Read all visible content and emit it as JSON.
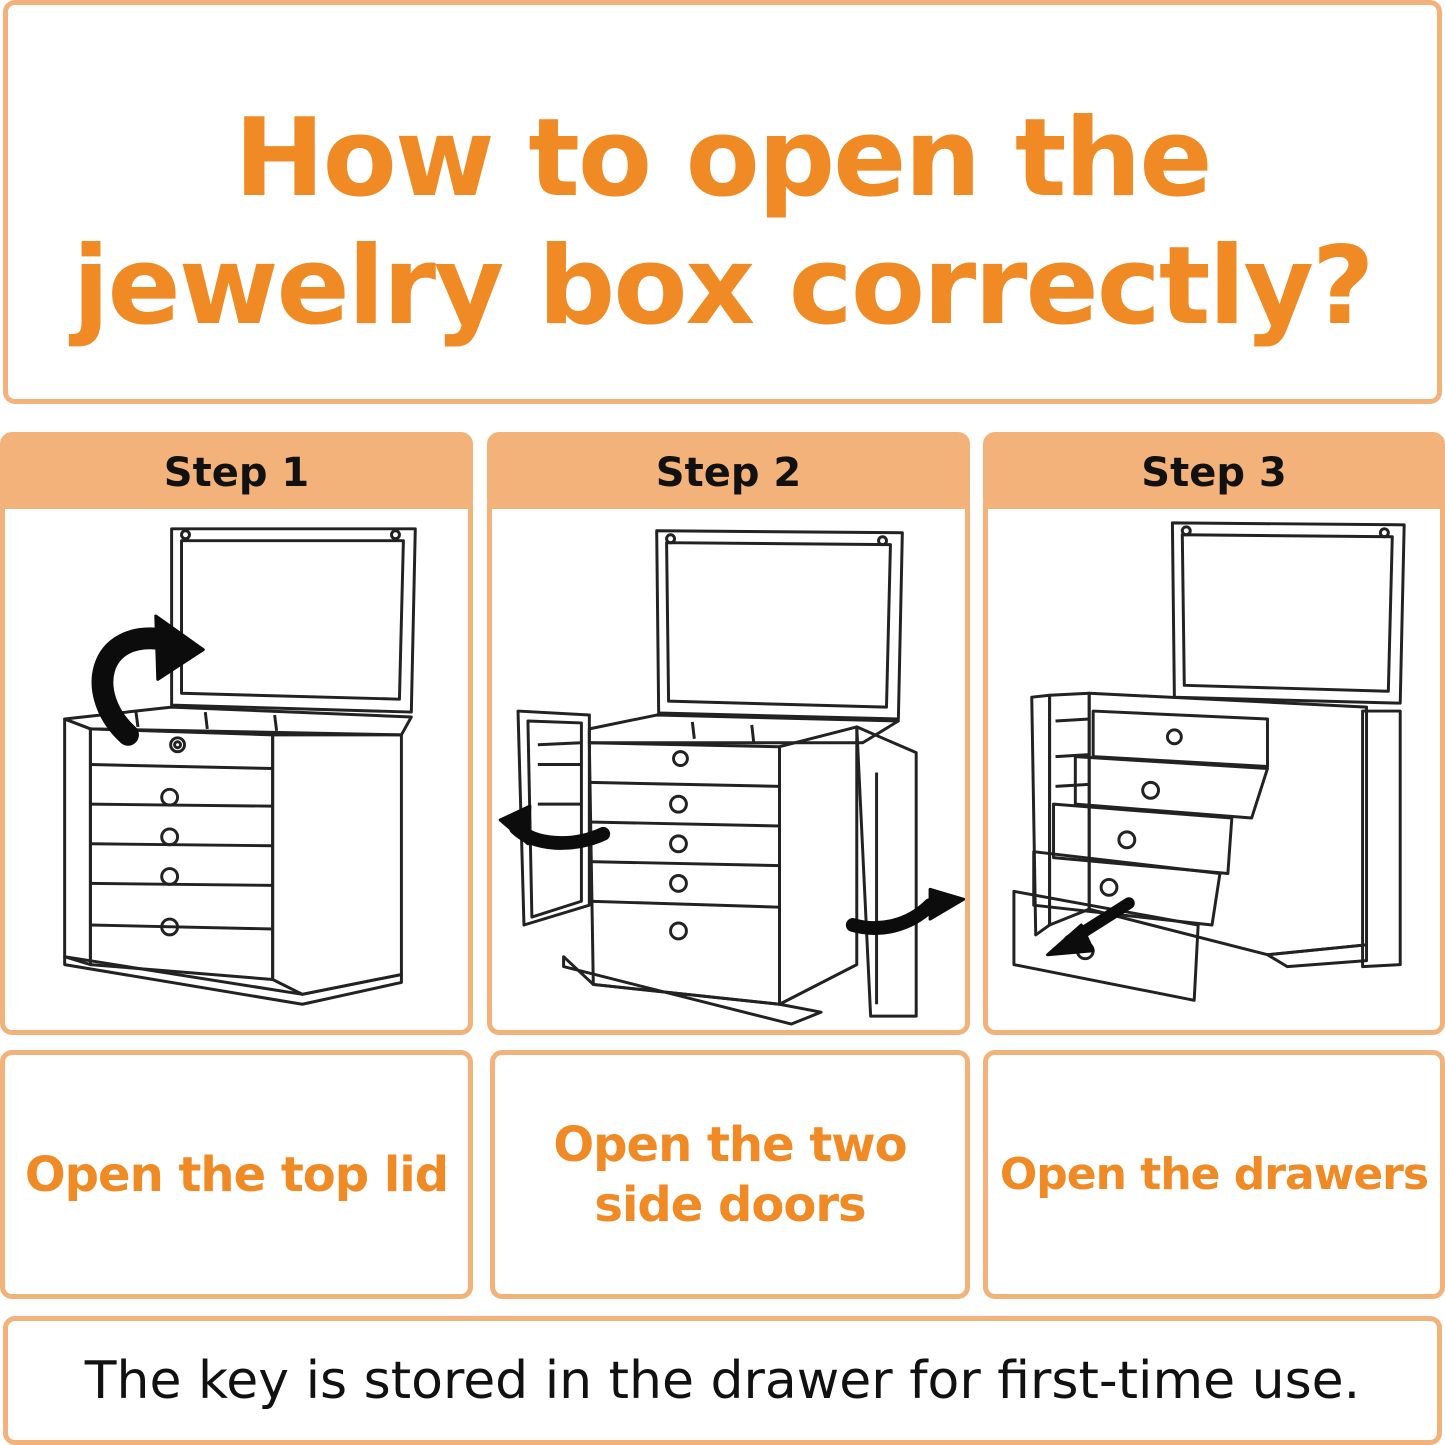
{
  "title": {
    "line1": "How to open the",
    "line2": "jewelry box correctly?"
  },
  "steps": [
    {
      "label": "Step 1",
      "caption_lines": [
        "Open the top lid"
      ]
    },
    {
      "label": "Step 2",
      "caption_lines": [
        "Open the two",
        "side doors"
      ]
    },
    {
      "label": "Step 3",
      "caption_lines": [
        "Open the drawers"
      ]
    }
  ],
  "footer": {
    "note": "The key is stored in the drawer for first-time use."
  },
  "colors": {
    "accent": "#ef8a24",
    "panel_border": "#f3b27a",
    "header_fill": "#f3b27a",
    "text_dark": "#111111"
  }
}
